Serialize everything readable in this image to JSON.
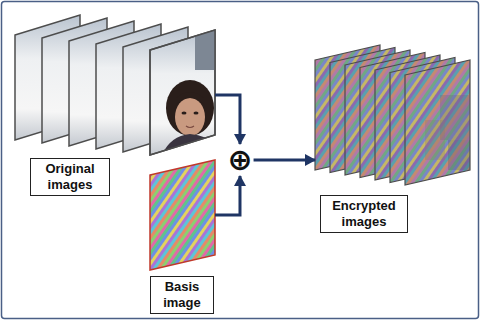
{
  "diagram": {
    "nodes": [
      {
        "text": [
          "Original images"
        ]
      },
      {
        "text": [
          "Basis image"
        ]
      },
      {
        "text": [
          "⊕"
        ]
      },
      {
        "text": [
          "Encrypted images"
        ]
      }
    ],
    "edges": [
      {
        "from": 0,
        "to": 2,
        "arrow": "to"
      },
      {
        "from": 1,
        "to": 2,
        "arrow": "to"
      },
      {
        "from": 2,
        "to": 3,
        "arrow": "to"
      }
    ]
  }
}
